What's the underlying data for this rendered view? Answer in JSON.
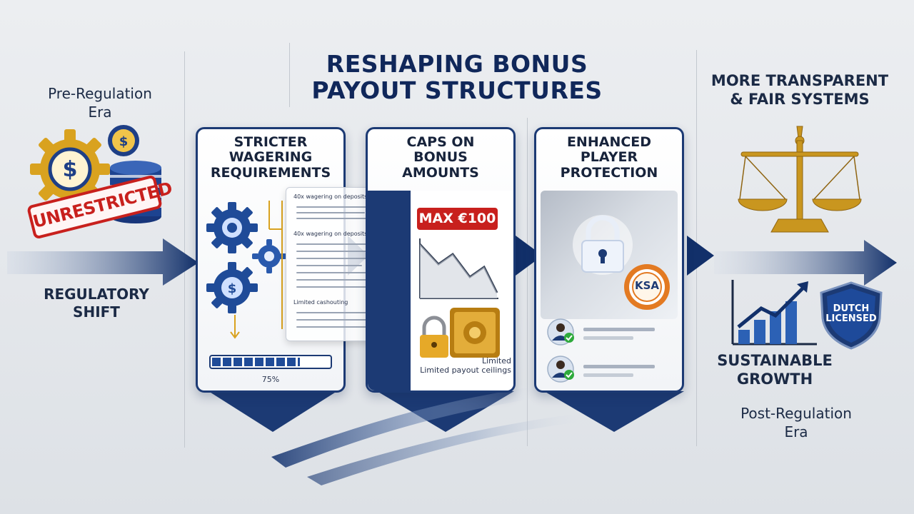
{
  "title": {
    "line1": "Reshaping Bonus",
    "line2": "Payout Structures"
  },
  "left": {
    "era_line1": "Pre-Regulation",
    "era_line2": "Era",
    "stamp_text": "UNRESTRICTED",
    "shift_line1": "Regulatory",
    "shift_line2": "Shift"
  },
  "right": {
    "headline_line1": "More Transparent",
    "headline_line2": "& Fair Systems",
    "shield_line1": "Dutch",
    "shield_line2": "Licensed",
    "growth_line1": "Sustainable",
    "growth_line2": "Growth",
    "era_line1": "Post-Regulation",
    "era_line2": "Era"
  },
  "cards": [
    {
      "title_line1": "Stricter",
      "title_line2": "Wagering",
      "title_line3": "Requirements",
      "note1": "40x wagering on deposits",
      "note2": "40x wagering on deposits",
      "note3": "Limited cashouting",
      "progress_label": "75%",
      "progress_value": 0.75
    },
    {
      "title_line1": "Caps on",
      "title_line2": "Bonus",
      "title_line3": "Amounts",
      "badge": "MAX €100",
      "caption_line1": "Limited",
      "caption_line2": "Limited payout ceilings"
    },
    {
      "title_line1": "Enhanced",
      "title_line2": "Player",
      "title_line3": "Protection",
      "seal_text": "KSA"
    }
  ],
  "colors": {
    "navy": "#10275a",
    "accent_blue": "#1c3a74",
    "red": "#c8201d",
    "gold": "#c9961f",
    "green": "#2eaa3c"
  }
}
